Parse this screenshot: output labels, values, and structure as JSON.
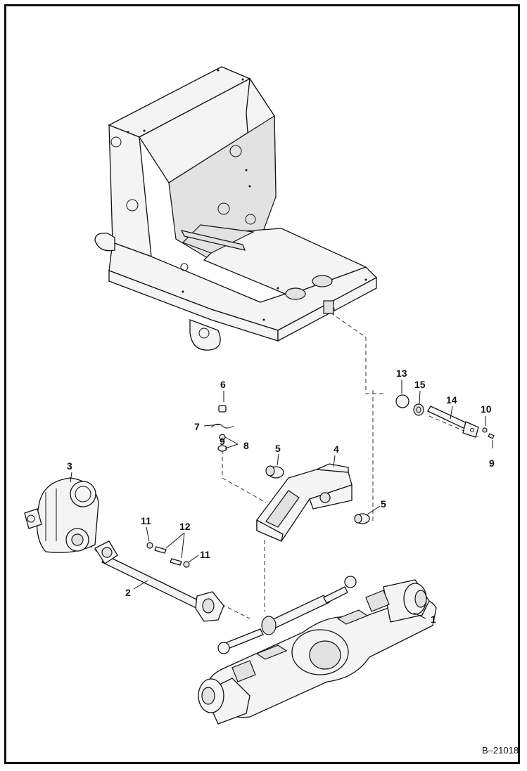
{
  "figure": {
    "reference": "B–21018",
    "callouts": {
      "c1": "1",
      "c2": "2",
      "c3": "3",
      "c4": "4",
      "c5a": "5",
      "c5b": "5",
      "c6": "6",
      "c7": "7",
      "c8": "8",
      "c9a": "9",
      "c10": "10",
      "c11a": "11",
      "c11b": "11",
      "c12": "12",
      "c13": "13",
      "c14": "14",
      "c15": "15",
      "c9b": "9"
    }
  }
}
